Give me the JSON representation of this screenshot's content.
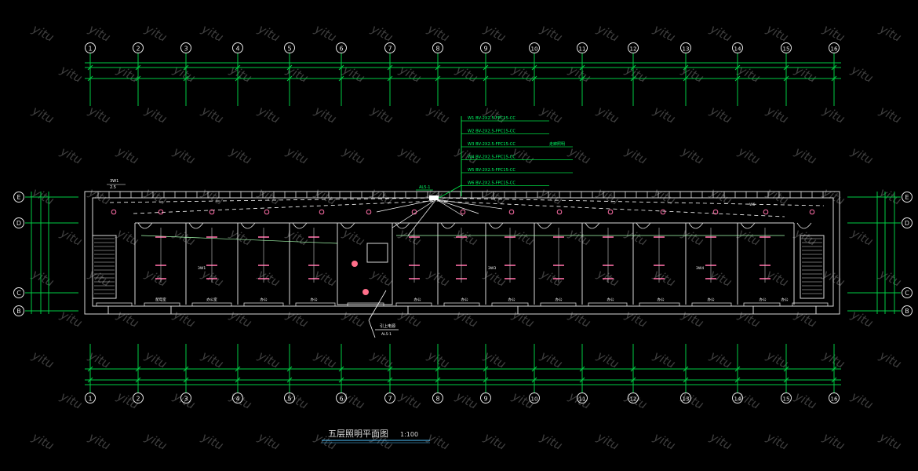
{
  "colors": {
    "background": "#000000",
    "grid": "#00cc44",
    "bubble": "#e6e6e6",
    "wall": "#d9d9d9",
    "circuit": "#ffffff",
    "fixture": "#ff6fa8",
    "panel": "#ff6f8a",
    "leader": "#00dd44",
    "label": "#00ff66",
    "watermark": "#5a5a5a",
    "title": "#d8d8d8",
    "title_underline": "#4fc3ff"
  },
  "grid": {
    "column_labels": [
      "1",
      "2",
      "3",
      "4",
      "5",
      "6",
      "7",
      "8",
      "9",
      "10",
      "11",
      "12",
      "13",
      "14",
      "15",
      "16"
    ],
    "row_labels": [
      "E",
      "D",
      "C",
      "B"
    ]
  },
  "circuit_schedule": {
    "lines": [
      "W1 BV-2X2.5-FPC15-CC",
      "W2 BV-2X2.5-FPC15-CC",
      "W3 BV-2X2.5-FPC15-CC",
      "W4 BV-2X2.5-FPC15-CC",
      "W5 BV-2X2.5-FPC15-CC",
      "W6 BV-2X2.5-FPC15-CC"
    ],
    "side_note": "走廊照明"
  },
  "panel_tag": "AL5-1",
  "room_labels": [
    "配电室",
    "办公室",
    "办公",
    "办公",
    "办公",
    "办公",
    "办公",
    "办公",
    "办公",
    "办公",
    "办公",
    "办公",
    "办公"
  ],
  "small_tags": {
    "top_left": "3W1",
    "top_left_sub": "2.5",
    "left_mid": "3W1",
    "mid_right": "3W3",
    "right_mid": "3W4",
    "right_top": "W6",
    "riser_label": "引上电源",
    "riser_sub": "AL5-1"
  },
  "title_block": {
    "title": "五层照明平面图",
    "scale": "1:100"
  },
  "watermark": "yitu"
}
